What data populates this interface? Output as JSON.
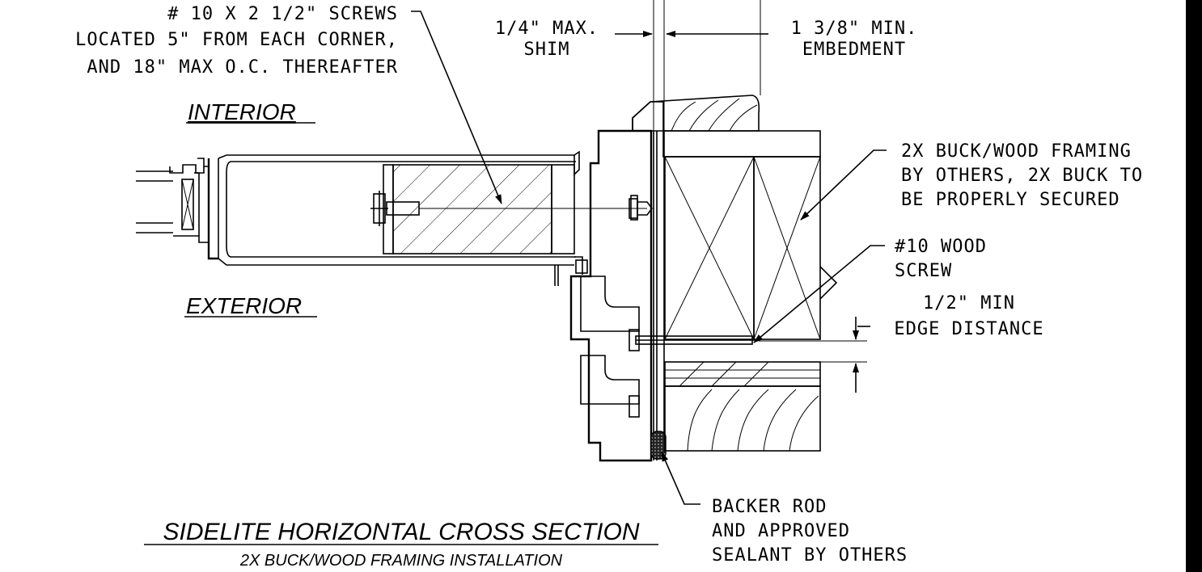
{
  "notes": {
    "screws": [
      "# 10 X 2 1/2\" SCREWS",
      "LOCATED 5\" FROM EACH CORNER,",
      "AND 18\" MAX O.C. THEREAFTER"
    ],
    "shim": [
      "1/4\" MAX.",
      "SHIM"
    ],
    "embedment": [
      "1 3/8\" MIN.",
      "EMBEDMENT"
    ],
    "buck": [
      "2X BUCK/WOOD FRAMING",
      "BY OTHERS, 2X BUCK TO",
      "BE PROPERLY SECURED"
    ],
    "wood_screw": [
      "#10 WOOD",
      "SCREW"
    ],
    "edge": [
      "1/2\" MIN",
      "EDGE DISTANCE"
    ],
    "backer": [
      "BACKER ROD",
      "AND APPROVED",
      "SEALANT BY OTHERS"
    ]
  },
  "labels": {
    "interior": "INTERIOR",
    "exterior": "EXTERIOR"
  },
  "title": {
    "main": "SIDELITE HORIZONTAL CROSS SECTION",
    "sub": "2X BUCK/WOOD FRAMING INSTALLATION"
  },
  "colors": {
    "ink": "#000000",
    "background": "#ffffff",
    "sealant": "#222222"
  }
}
